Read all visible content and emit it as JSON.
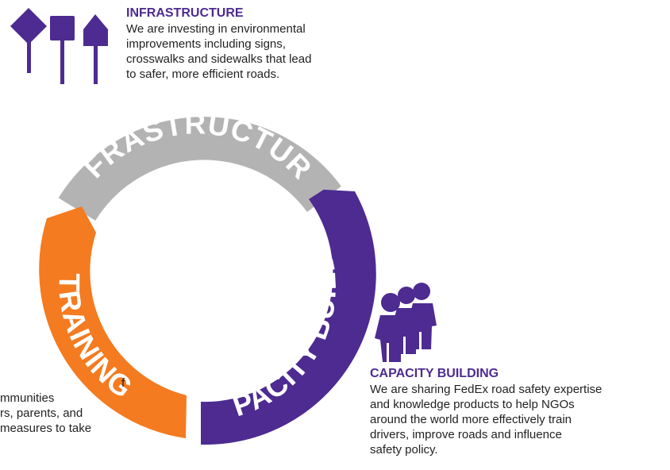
{
  "colors": {
    "infrastructure": "#b3b3b3",
    "capacity_building": "#4d2b91",
    "training": "#f47b20",
    "heading": "#4d2b91"
  },
  "ring": {
    "infrastructure_label": "INFRASTRUCTURE",
    "capacity_label": "CAPACITY BUILDING",
    "training_label": "TRAINING"
  },
  "infrastructure": {
    "icon": "road-signs-icon",
    "heading": "INFRASTRUCTURE",
    "lines": [
      "We are investing in environmental",
      "improvements including signs,",
      "crosswalks and sidewalks that lead",
      "to safer, more efficient roads."
    ]
  },
  "capacity_building": {
    "icon": "people-group-icon",
    "heading": "CAPACITY BUILDING",
    "lines": [
      "We are sharing FedEx road safety expertise",
      "and knowledge products to help NGOs",
      "around the world more effectively train",
      "drivers, improve roads and influence",
      "safety policy."
    ]
  },
  "training": {
    "lines": [
      "f",
      "mmunities",
      "rs, parents, and",
      " measures to take"
    ]
  }
}
